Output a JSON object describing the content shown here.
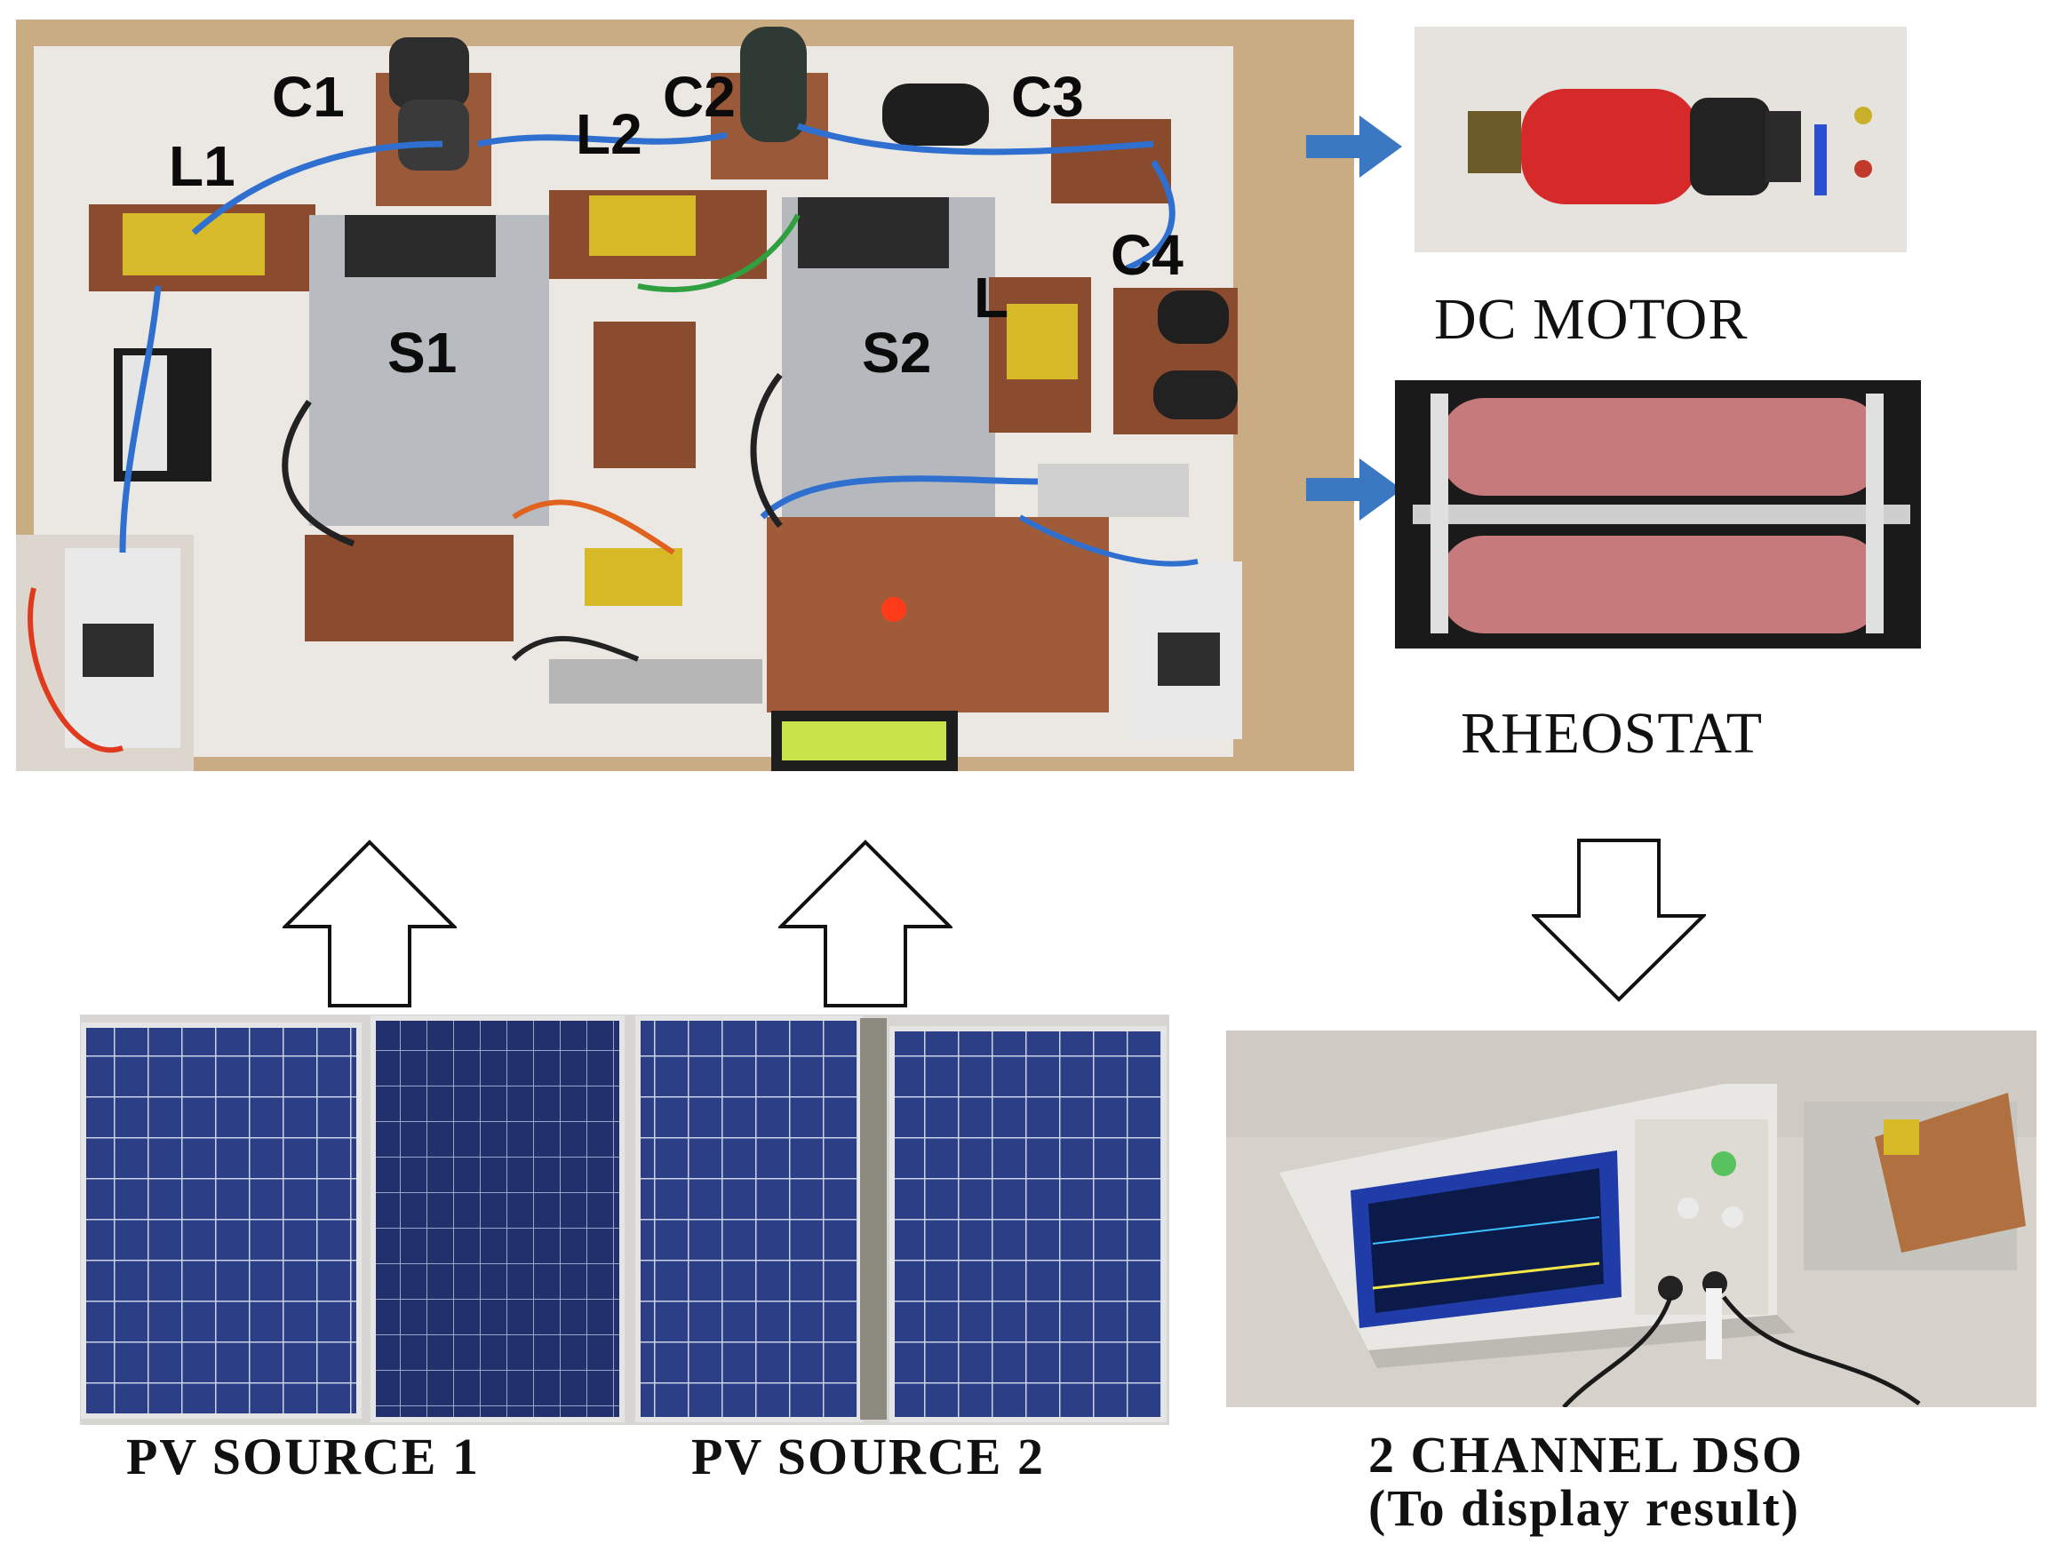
{
  "board": {
    "labels": {
      "c1": "C1",
      "c2": "C2",
      "c3": "C3",
      "c4": "C4",
      "l1": "L1",
      "l2": "L2",
      "l": "L",
      "s1": "S1",
      "s2": "S2"
    }
  },
  "captions": {
    "dc_motor": "DC MOTOR",
    "rheostat": "RHEOSTAT",
    "pv_source_1": "PV SOURCE 1",
    "pv_source_2": "PV SOURCE 2",
    "dso_line1": "2 CHANNEL DSO",
    "dso_line2": "(To display result)"
  },
  "colors": {
    "arrow_blue": "#3a78c2",
    "board_white": "#ece9e4",
    "pcb_brown": "#8a4a2e",
    "panel_blue": "#2c3f86"
  },
  "icons": [
    "right-arrow-icon",
    "up-arrow-icon",
    "down-arrow-icon"
  ]
}
